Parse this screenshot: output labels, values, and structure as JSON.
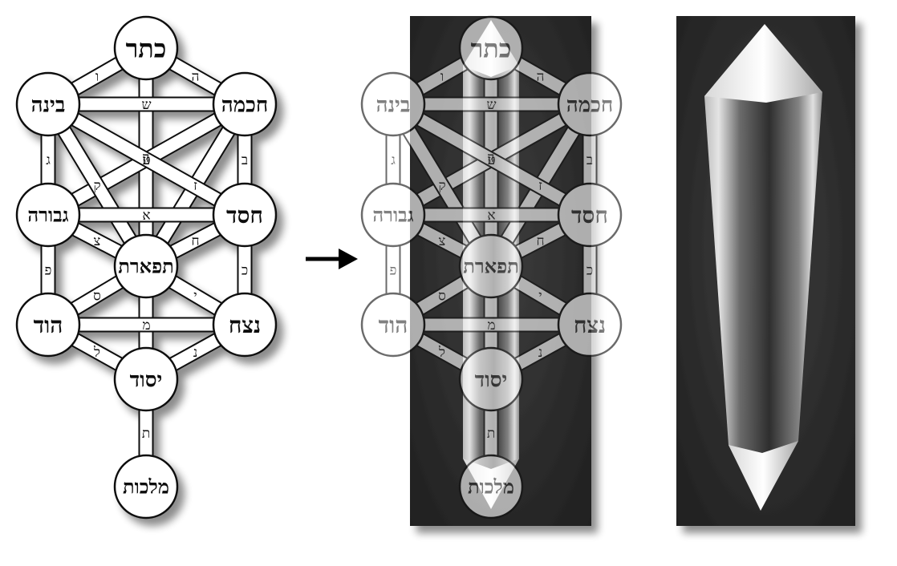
{
  "sefirot": [
    {
      "id": "keter",
      "label": "כתר"
    },
    {
      "id": "chokhmah",
      "label": "חכמה"
    },
    {
      "id": "binah",
      "label": "בינה"
    },
    {
      "id": "chesed",
      "label": "חסד"
    },
    {
      "id": "gevurah",
      "label": "גבורה"
    },
    {
      "id": "tiferet",
      "label": "תפארת"
    },
    {
      "id": "netzach",
      "label": "נצח"
    },
    {
      "id": "hod",
      "label": "הוד"
    },
    {
      "id": "yesod",
      "label": "יסוד"
    },
    {
      "id": "malkhut",
      "label": "מלכות"
    }
  ],
  "paths": [
    {
      "from": "keter",
      "to": "chokhmah",
      "letter": "ה"
    },
    {
      "from": "keter",
      "to": "binah",
      "letter": "ו"
    },
    {
      "from": "keter",
      "to": "tiferet",
      "letter": "ד"
    },
    {
      "from": "chokhmah",
      "to": "binah",
      "letter": "ש"
    },
    {
      "from": "chokhmah",
      "to": "chesed",
      "letter": "ב"
    },
    {
      "from": "chokhmah",
      "to": "tiferet",
      "letter": "ז"
    },
    {
      "from": "chokhmah",
      "to": "gevurah",
      "letter": "ט"
    },
    {
      "from": "binah",
      "to": "gevurah",
      "letter": "ג"
    },
    {
      "from": "binah",
      "to": "tiferet",
      "letter": "ק"
    },
    {
      "from": "binah",
      "to": "chesed",
      "letter": "ע"
    },
    {
      "from": "chesed",
      "to": "gevurah",
      "letter": "א"
    },
    {
      "from": "chesed",
      "to": "tiferet",
      "letter": "ח"
    },
    {
      "from": "chesed",
      "to": "netzach",
      "letter": "כ"
    },
    {
      "from": "gevurah",
      "to": "tiferet",
      "letter": "צ"
    },
    {
      "from": "gevurah",
      "to": "hod",
      "letter": "פ"
    },
    {
      "from": "tiferet",
      "to": "netzach",
      "letter": "י"
    },
    {
      "from": "tiferet",
      "to": "hod",
      "letter": "ס"
    },
    {
      "from": "tiferet",
      "to": "yesod",
      "letter": "ר"
    },
    {
      "from": "netzach",
      "to": "hod",
      "letter": "מ"
    },
    {
      "from": "netzach",
      "to": "yesod",
      "letter": "נ"
    },
    {
      "from": "hod",
      "to": "yesod",
      "letter": "ל"
    },
    {
      "from": "yesod",
      "to": "malkhut",
      "letter": "ת"
    }
  ],
  "colors": {
    "node_fill": "#ffffff",
    "node_stroke": "#111111",
    "background_dark": "#2c2c2c",
    "arrow": "#000000"
  }
}
